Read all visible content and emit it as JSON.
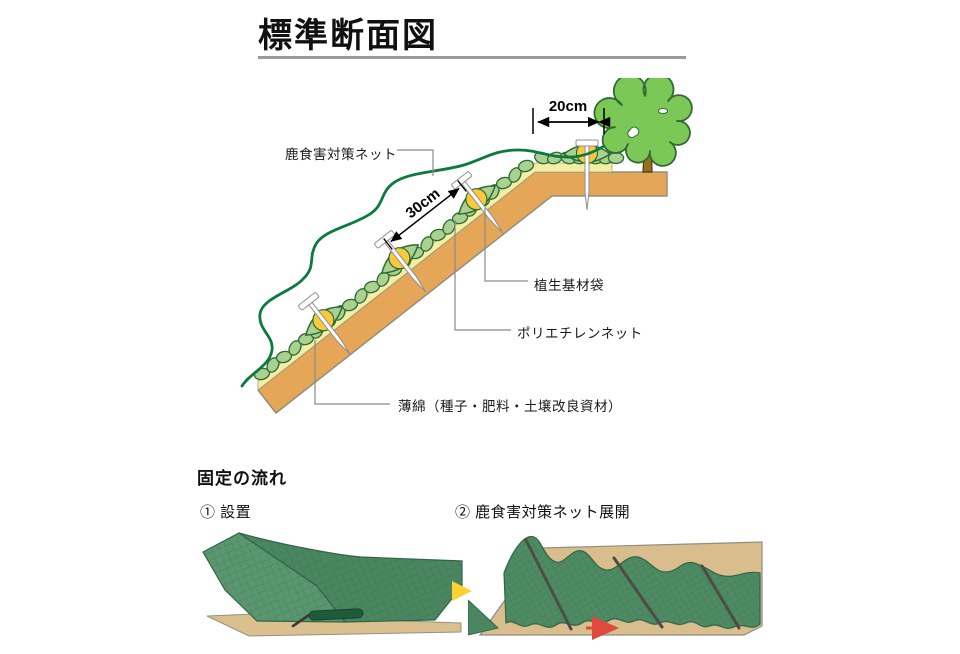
{
  "title": "標準断面図",
  "diagram": {
    "labels": {
      "deer_net": "鹿食害対策ネット",
      "vegetation_bag": "植生基材袋",
      "polyethylene_net": "ポリエチレンネット",
      "thin_cotton": "薄綿（種子・肥料・土壌改良資材）"
    },
    "dimensions": {
      "bench_offset": "20cm",
      "pin_spacing": "30cm"
    },
    "colors": {
      "soil": "#e6a658",
      "thin_cotton_layer": "#f2eea4",
      "net_bag_green": "#abd191",
      "bag_core_yellow": "#f9c93c",
      "deer_net_line": "#0b7b3d",
      "tree_foliage": "#7cc857",
      "tree_trunk": "#96701f"
    }
  },
  "process": {
    "heading": "固定の流れ",
    "steps": [
      {
        "label": "① 設置"
      },
      {
        "label": "② 鹿食害対策ネット展開"
      }
    ],
    "next_arrow_color": "#fbd232",
    "pull_arrow_color": "#df4a3f"
  }
}
